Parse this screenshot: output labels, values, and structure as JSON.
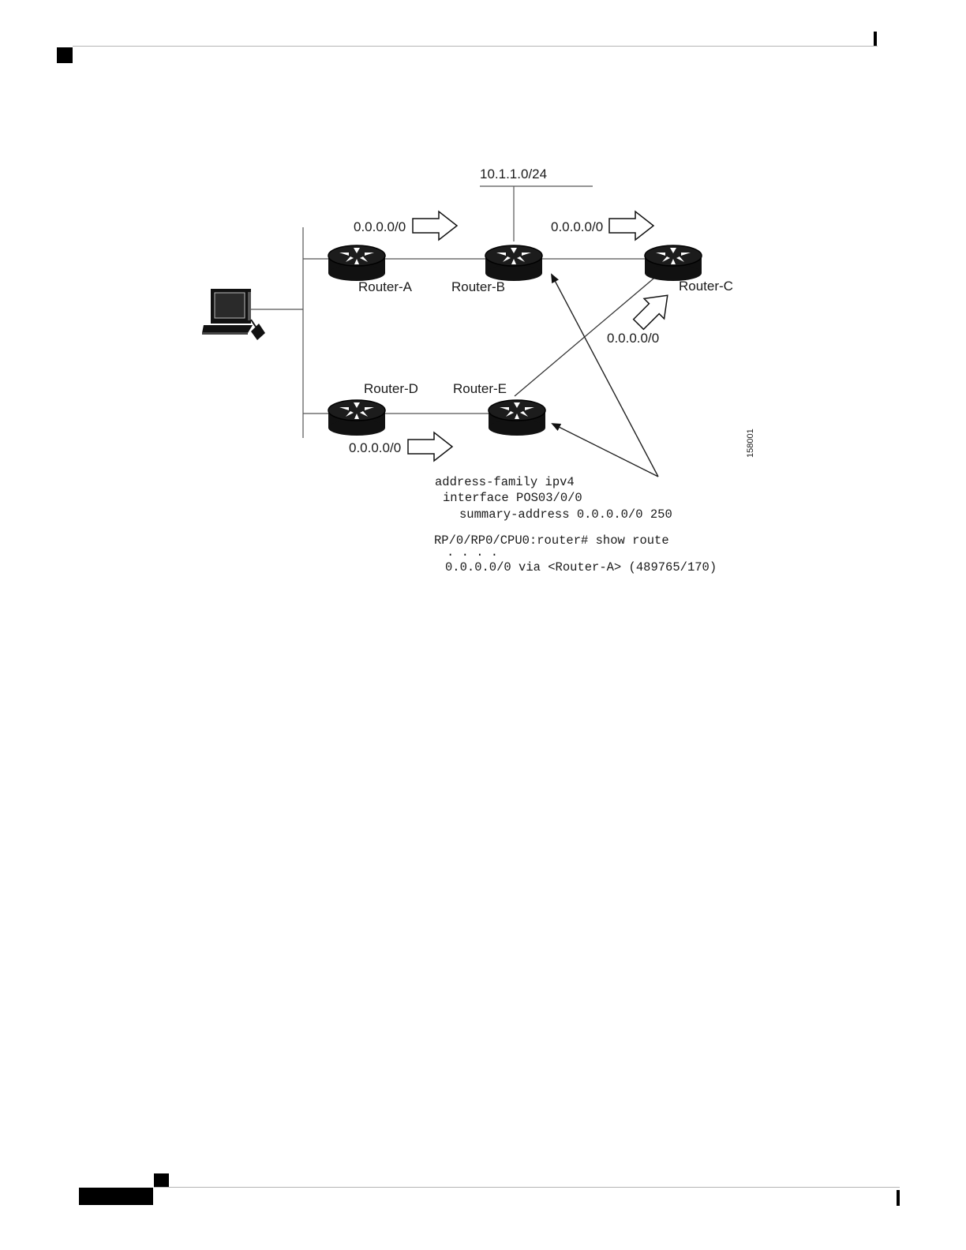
{
  "network_label": "10.1.1.0/24",
  "routers": {
    "a": "Router-A",
    "b": "Router-B",
    "c": "Router-C",
    "d": "Router-D",
    "e": "Router-E"
  },
  "route_labels": {
    "a_to_b": "0.0.0.0/0",
    "b_to_c": "0.0.0.0/0",
    "e_to_c": "0.0.0.0/0",
    "d_to_e": "0.0.0.0/0"
  },
  "config": {
    "line1": "address-family ipv4",
    "line2": "interface POS03/0/0",
    "line3": "summary-address 0.0.0.0/0 250",
    "prompt": "RP/0/RP0/CPU0:router# show route",
    "dots": ".   .   .   .",
    "route": "0.0.0.0/0 via <Router-A> (489765/170)"
  },
  "figure_id": "158001",
  "icons": {
    "router": "router-icon",
    "workstation": "workstation-icon",
    "route_arrow": "hollow-arrow-icon"
  }
}
